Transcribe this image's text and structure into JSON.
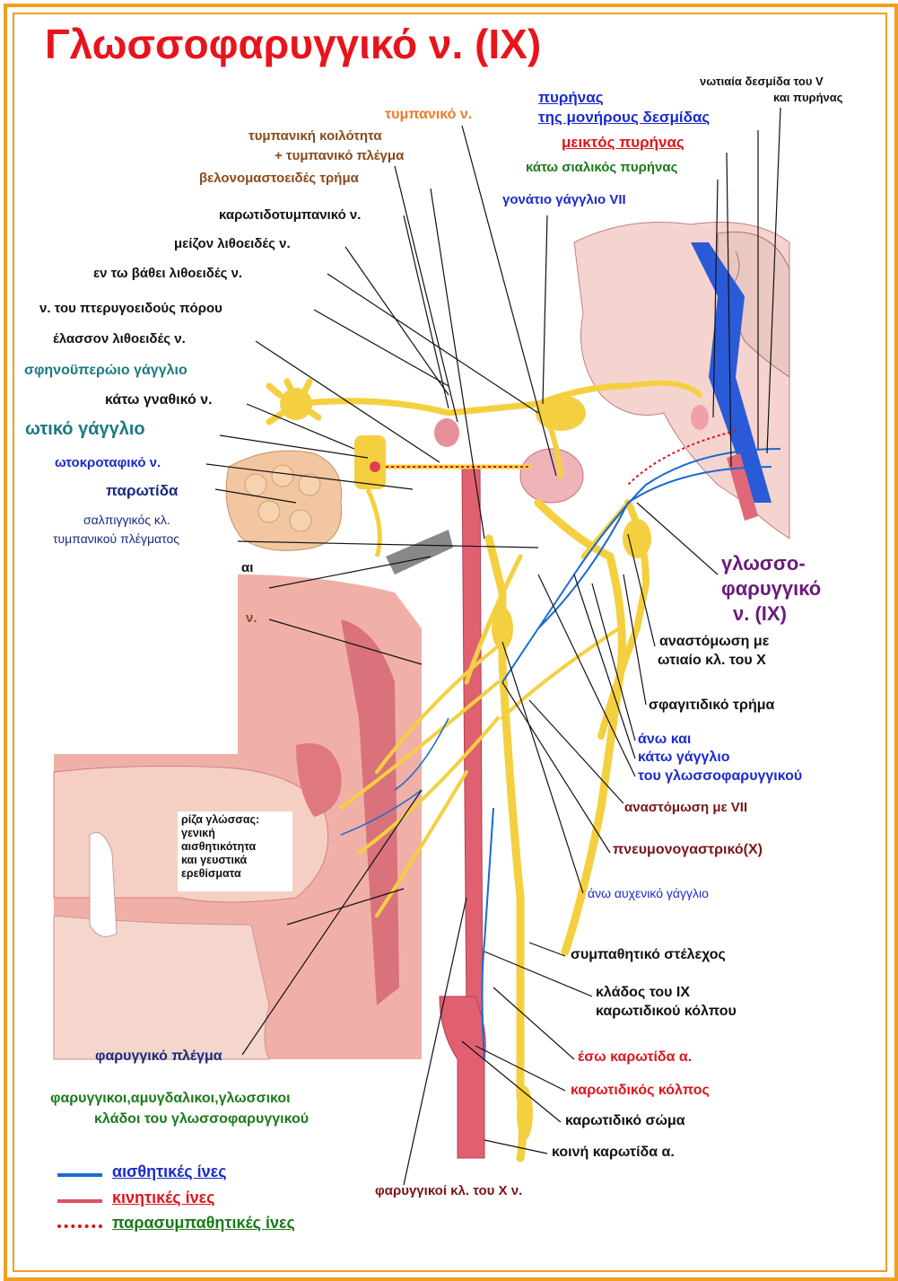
{
  "title": "Γλωσσοφαρυγγικό ν. (IX)",
  "labels": {
    "tympanic_nerve": "τυμπανικό ν.",
    "tympanic_cavity_1": "τυμπανική κοιλότητα",
    "tympanic_cavity_2": "+ τυμπανικό πλέγμα",
    "stylomastoid": "βελονομαστοειδές τρήμα",
    "caroticotympanic": "καρωτιδοτυμπανικό ν.",
    "greater_petrosal": "μείζον λιθοειδές ν.",
    "deep_petrosal": "εν τω βάθει λιθοειδές ν.",
    "pterygoid_canal": "ν. του πτερυγοειδούς πόρου",
    "lesser_petrosal": "έλασσον λιθοειδές ν.",
    "pterygopalatine": "σφηνοϋπερώιο γάγγλιο",
    "maxillary": "κάτω γναθικό ν.",
    "otic_ganglion": "ωτικό γάγγλιο",
    "auriculotemporal": "ωτοκροταφικό ν.",
    "parotid": "παρωτίδα",
    "tubal_branch_1": "σαλπιγγικός κλ.",
    "tubal_branch_2": "τυμπανικού πλέγματος",
    "frag_ai": "αι",
    "frag_v": "ν.",
    "solitary_1": "πυρήνας",
    "solitary_2": "της μονήρους δεσμίδας",
    "ambiguus": "μεικτός πυρήνας",
    "salivatory": "κάτω σιαλικός πυρήνας",
    "geniculate": "γονάτιο γάγγλιο VII",
    "spinal_v_1": "νωτιαία δεσμίδα του V",
    "spinal_v_2": "και πυρήνας",
    "gp_1": "γλωσσο-",
    "gp_2": "φαρυγγικό",
    "gp_3": "ν. (IX)",
    "anast_x_1": "αναστόμωση με",
    "anast_x_2": "ωτιαίο κλ. του X",
    "jugular_foramen": "σφαγιτιδικό τρήμα",
    "ganglia_1": "άνω και",
    "ganglia_2": "κάτω γάγγλιο",
    "ganglia_3": "του γλωσσοφαρυγγικού",
    "anast_vii": "αναστόμωση με VII",
    "vagus": "πνευμονογαστρικό(X)",
    "sup_cervical": "άνω αυχενικό γάγγλιο",
    "sympathetic": "συμπαθητικό στέλεχος",
    "sinus_branch_1": "κλάδος του IX",
    "sinus_branch_2": "καρωτιδικού κόλπου",
    "internal_carotid": "έσω καρωτίδα α.",
    "carotid_sinus": "καρωτιδικός κόλπος",
    "carotid_body": "καρωτιδικό σώμα",
    "common_carotid": "κοινή καρωτίδα α.",
    "pharyngeal_x": "φαρυγγικοί κλ. του X ν.",
    "pharyngeal_plexus": "φαρυγγικό πλέγμα",
    "branches_1": "φαρυγγικοι,αμυγδαλικοι,γλωσσικοι",
    "branches_2": "κλάδοι του γλωσσοφαρυγγικού"
  },
  "tongue_note": [
    "ρίζα γλώσσας:",
    "γενική",
    "αισθητικότητα",
    "και γευστικά",
    "ερεθίσματα"
  ],
  "legend": [
    {
      "text": "αισθητικές ίνες",
      "color": "#1a6ad0",
      "style": "solid"
    },
    {
      "text": "κινητικές ίνες",
      "color": "#e05060",
      "style": "solid"
    },
    {
      "text": "παρασυμπαθητικές ίνες",
      "color": "#e01010",
      "style": "dotted"
    }
  ]
}
